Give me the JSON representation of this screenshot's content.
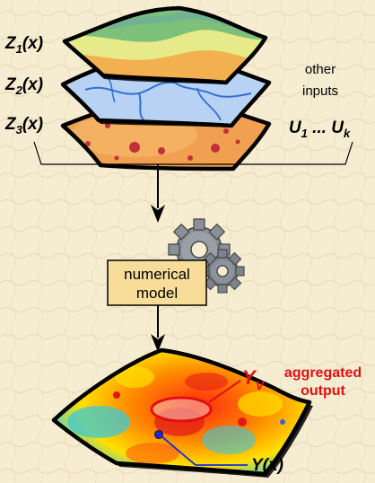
{
  "layers": {
    "z1": {
      "main": "Z",
      "sub": "1",
      "rest": "(x)"
    },
    "z2": {
      "main": "Z",
      "sub": "2",
      "rest": "(x)"
    },
    "z3": {
      "main": "Z",
      "sub": "3",
      "rest": "(x)"
    }
  },
  "other_inputs": {
    "line1": "other",
    "line2": "inputs",
    "u_main1": "U",
    "u_sub1": "1",
    "u_dots": " ... ",
    "u_main2": "U",
    "u_sub2": "k"
  },
  "model": {
    "line1": "numerical",
    "line2": "model"
  },
  "outputs": {
    "yv_main": "Y",
    "yv_sub": "V",
    "aggregated_line1": "aggregated",
    "aggregated_line2": "output",
    "yx": "Y(x)"
  },
  "colors": {
    "background": "#f6ecd2",
    "model_box": "#f8dc9a",
    "accent_red": "#e01010",
    "accent_blue": "#1a2cd6"
  }
}
